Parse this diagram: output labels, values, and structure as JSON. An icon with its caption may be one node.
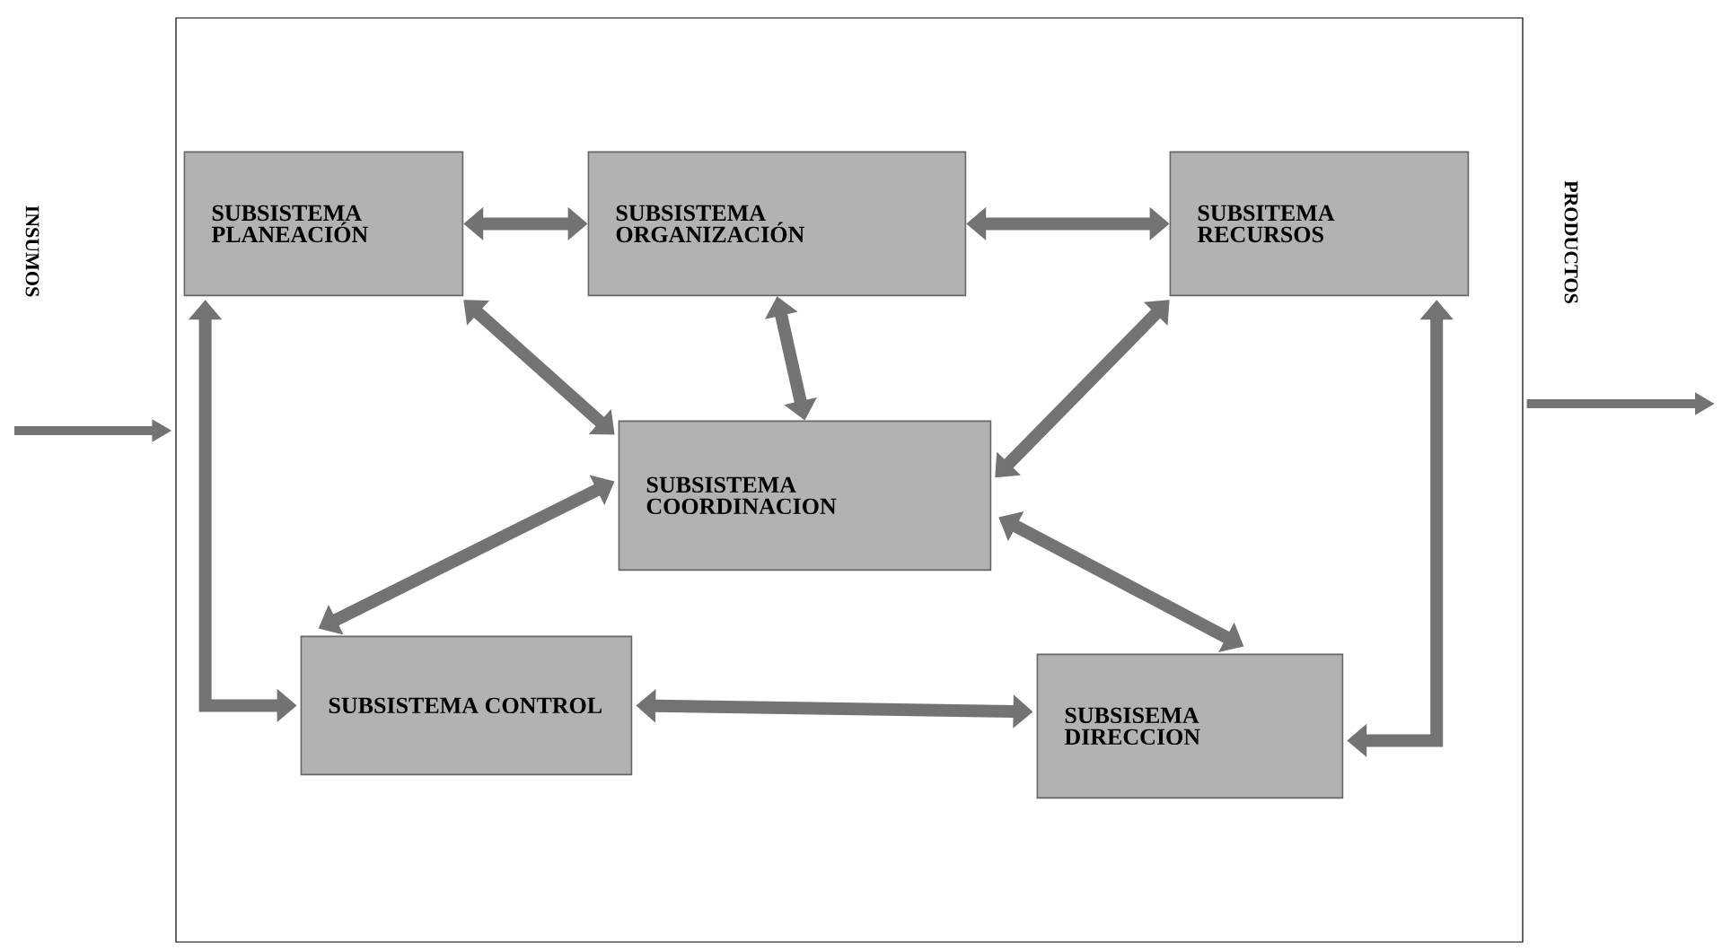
{
  "diagram": {
    "nodes": [
      {
        "text": [],
        "shape": "box"
      },
      {
        "text": [
          "SUBSISTEMA PLANEACIÓN"
        ],
        "in": 0
      },
      {
        "text": [
          "SUBSISTEMA ORGANIZACIÓN"
        ],
        "in": 0
      },
      {
        "text": [
          "SUBSITEMA RECURSOS"
        ],
        "in": 0
      },
      {
        "text": [
          "SUBSISTEMA COORDINACION"
        ],
        "in": 0
      },
      {
        "text": [
          "SUBSISTEMA CONTROL"
        ],
        "in": 0
      },
      {
        "text": [
          "SUBSISEMA DIRECCION"
        ],
        "in": 0
      }
    ],
    "edges": [
      {
        "from": null,
        "to": 0,
        "arrow": "to"
      },
      {
        "from": 0,
        "to": null,
        "arrow": "to"
      },
      {
        "from": 1,
        "to": 2,
        "arrow": "both"
      },
      {
        "from": 2,
        "to": 3,
        "arrow": "both"
      },
      {
        "from": 2,
        "to": 4,
        "arrow": "both"
      },
      {
        "from": 1,
        "to": 4,
        "arrow": "both"
      },
      {
        "from": 3,
        "to": 4,
        "arrow": "both"
      },
      {
        "from": 4,
        "to": 5,
        "arrow": "both"
      },
      {
        "from": 4,
        "to": 6,
        "arrow": "both"
      },
      {
        "from": 5,
        "to": 6,
        "arrow": "both"
      },
      {
        "from": 1,
        "to": 5,
        "arrow": "both"
      },
      {
        "from": 6,
        "to": 3,
        "arrow": "both"
      }
    ],
    "labels": [
      "INSUMOS",
      "PRODUCTOS"
    ]
  }
}
